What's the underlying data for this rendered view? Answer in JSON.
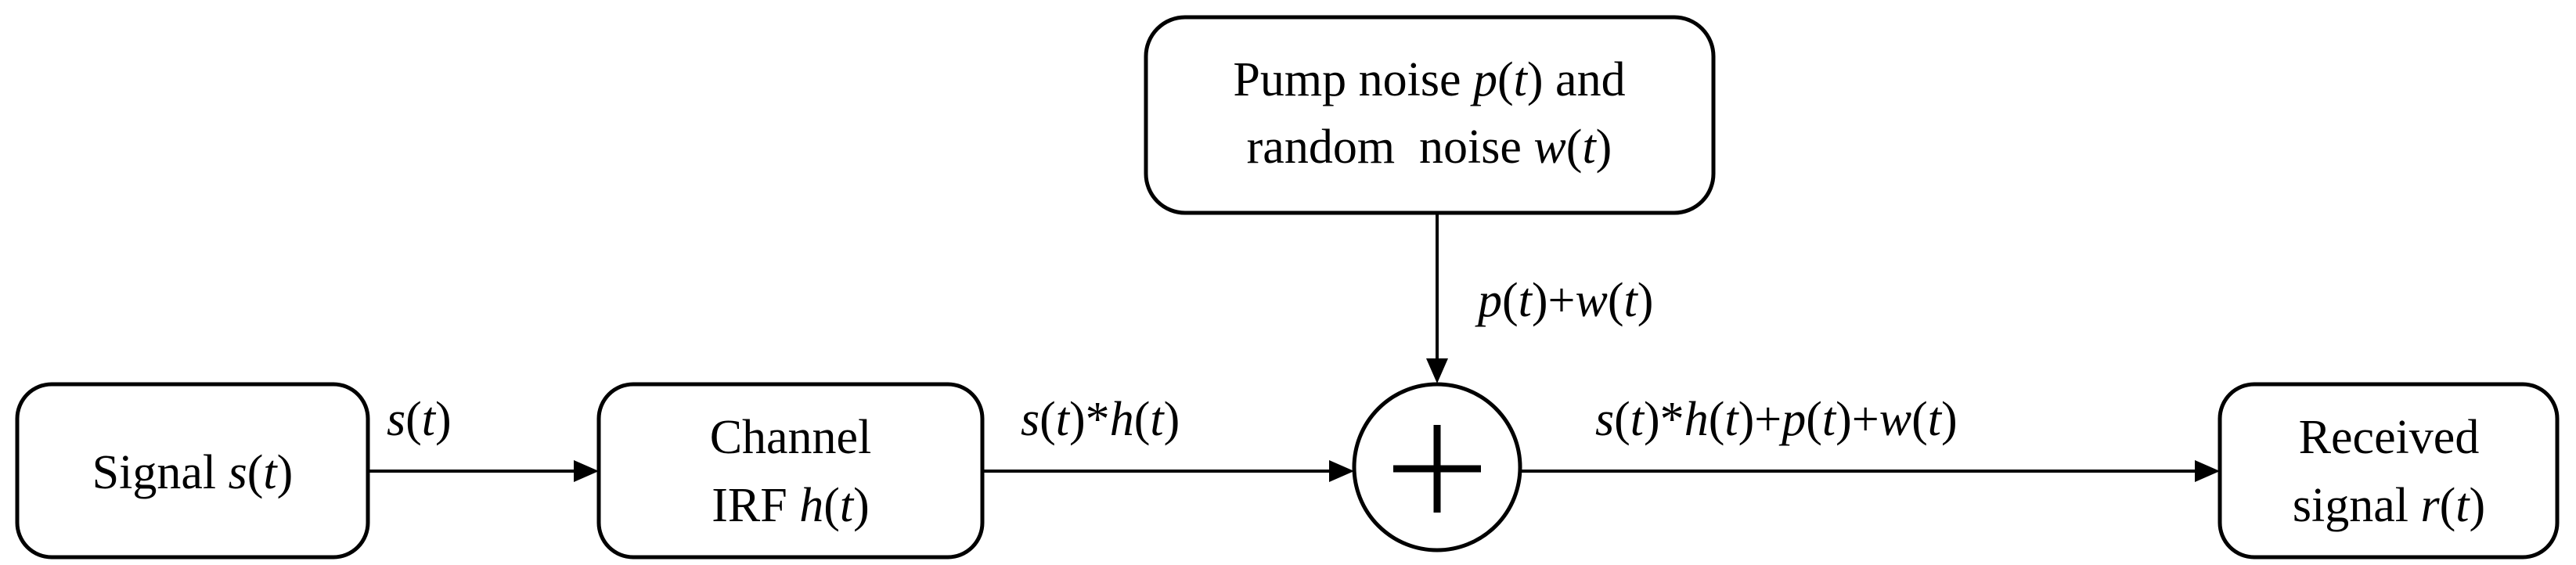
{
  "nodes": {
    "signal": {
      "label_prefix": "Signal ",
      "symbol": "s",
      "arg": "t"
    },
    "channel": {
      "line1": "Channel",
      "line2_prefix": "IRF ",
      "symbol": "h",
      "arg": "t"
    },
    "noise": {
      "line1_prefix": "Pump noise ",
      "symbol1": "p",
      "arg1": "t",
      "line1_suffix": " and",
      "line2_prefix": "random  noise ",
      "symbol2": "w",
      "arg2": "t"
    },
    "summer": {
      "symbol": "+"
    },
    "received": {
      "line1": "Received",
      "line2_prefix": "signal ",
      "symbol": "r",
      "arg": "t"
    }
  },
  "edges": {
    "signal_to_channel": {
      "label": "s(t)"
    },
    "channel_to_summer": {
      "label": "s(t)*h(t)"
    },
    "noise_to_summer": {
      "label": "p(t)+w(t)"
    },
    "summer_to_received": {
      "label": "s(t)*h(t)+p(t)+w(t)"
    }
  }
}
